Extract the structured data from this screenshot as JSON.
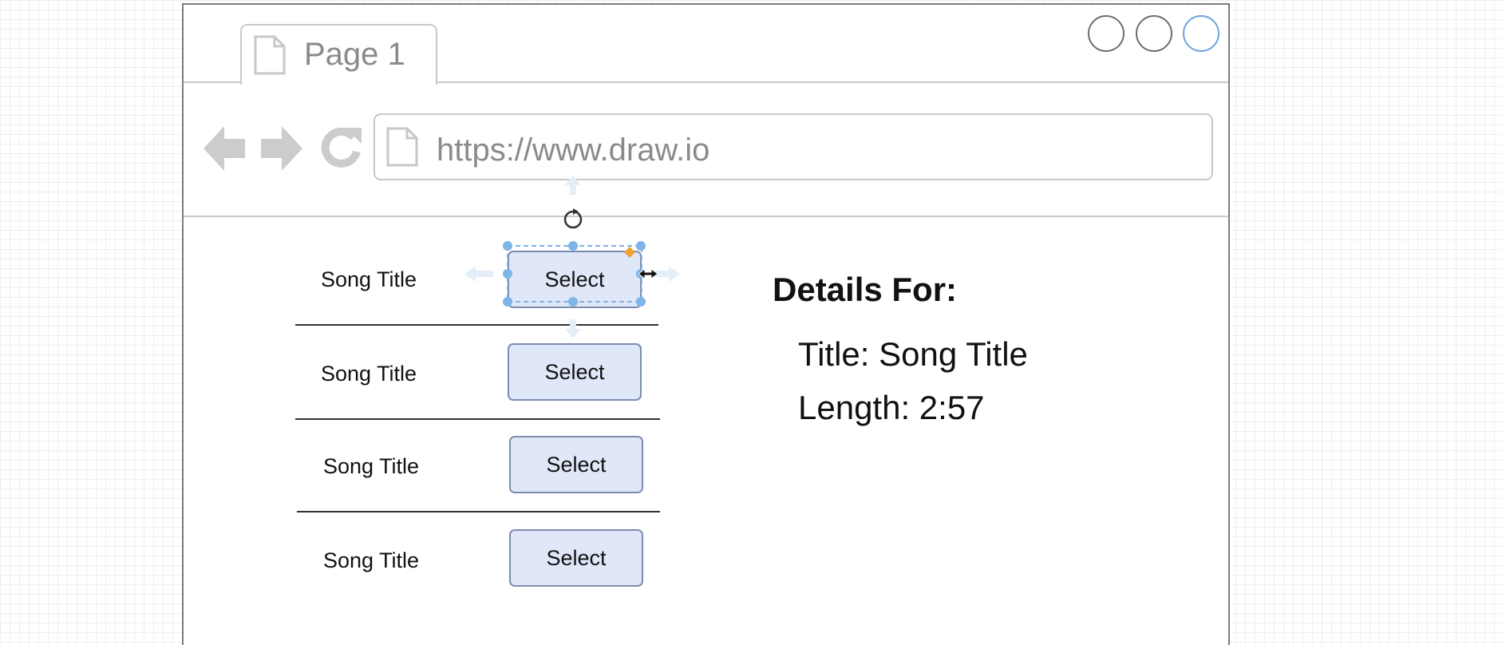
{
  "browser": {
    "tab_label": "Page 1",
    "url": "https://www.draw.io",
    "window_buttons": [
      "minimize-button",
      "maximize-button",
      "close-button"
    ]
  },
  "song_list": [
    {
      "title": "Song Title",
      "button_label": "Select"
    },
    {
      "title": "Song Title",
      "button_label": "Select"
    },
    {
      "title": "Song Title",
      "button_label": "Select"
    },
    {
      "title": "Song Title",
      "button_label": "Select"
    }
  ],
  "details": {
    "heading": "Details For:",
    "title_line": "Title: Song Title",
    "length_line": "Length: 2:57"
  },
  "colors": {
    "button_fill": "#dfe7f8",
    "button_border": "#7c8db0",
    "selection_handle": "#7fb4e6",
    "accent_close": "#6fa3e0",
    "selection_marker": "#f0a030"
  },
  "selection": {
    "selected_element": "select-button-1"
  }
}
